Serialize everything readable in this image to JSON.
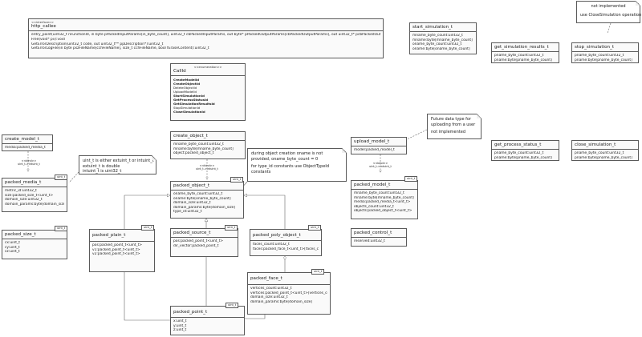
{
  "classes": {
    "http_callee": {
      "stereotype": "<<interface>>",
      "title": "http_callee",
      "ops": [
        "entry_point(uint32_t nFunctionId, in byte pPackedInputParams[in_byte_count], uint32_t cbPackedInputParams, out byte* pPackedOutputParams[cbPackedOutputParams], out uint32_t* pcbPackedOutputParams):uint32_t",
        "Free(void* pv):void",
        "GetErrorDescription(uint32_t code, out uint32_t** ppDescription*):uint32_t",
        "GetErrorLogFile(in byte pszFileName[cchFileName], size_t cchFileName, bool fEraseContent):uint32_t"
      ]
    },
    "start_simulation_t": {
      "title": "start_simulation_t",
      "fields": [
        "mname_byte_count:uint32_t",
        "mname:byte[mname_byte_count]",
        "oname_byte_count:uint32_t",
        "oname:byte[oname_byte_count]"
      ]
    },
    "get_simulation_results_t": {
      "title": "get_simulation_results_t",
      "fields": [
        "pname_byte_count:uint32_t",
        "pname:byte[pname_byte_count]"
      ]
    },
    "stop_simulation_t": {
      "title": "stop_simulation_t",
      "fields": [
        "pname_byte_count:uint32_t",
        "pname:byte[pname_byte_count]"
      ]
    },
    "callid": {
      "stereotype": "<<enumeration>>",
      "title": "CallId",
      "items": [
        "CreateModelId",
        "CreateObjectId",
        "DeleteObjectId",
        "UploadModelId",
        "StartSimulationId",
        "GetProcessStatusId",
        "GetSimulationResultsId",
        "StopSimulationId",
        "CloseSimulationId"
      ],
      "bold_count": 6
    },
    "create_model_t": {
      "title": "create_model_t",
      "fields": [
        "media:packed_media_t"
      ]
    },
    "create_object_t": {
      "title": "create_object_t",
      "fields": [
        "mname_byte_count:uint32_t",
        "mname:byte[mname_byte_count]",
        "object:packed_object_t"
      ]
    },
    "upload_model_t": {
      "title": "upload_model_t",
      "fields": [
        "model:packed_model_t"
      ]
    },
    "get_process_status_t": {
      "title": "get_process_status_t",
      "fields": [
        "pname_byte_count:uint32_t",
        "pname:byte[pname_byte_count]"
      ]
    },
    "close_simulation_t": {
      "title": "close_simulation_t",
      "fields": [
        "pname_byte_count:uint32_t",
        "pname:byte[pname_byte_count]"
      ]
    },
    "packed_media_t": {
      "title": "packed_media_t",
      "tag": "uint_t",
      "fields": [
        "metric_id:uint32_t",
        "size:packed_size_t<uint_t>",
        "domain_size:uint32_t",
        "domain_params:byte[domain_size]"
      ]
    },
    "packed_size_t": {
      "title": "packed_size_t",
      "tag": "uint_t",
      "fields": [
        "cx:uint_t",
        "cy:uint_t",
        "cz:uint_t"
      ]
    },
    "packed_object_t": {
      "title": "packed_object_t",
      "tag": "uint_t",
      "fields": [
        "oname_byte_count:uint32_t",
        "oname:byte[oname_byte_count]",
        "domain_size:uint32_t",
        "domain_params:byte[domain_size]",
        "type_id:uint32_t"
      ]
    },
    "packed_model_t": {
      "title": "packed_model_t",
      "tag": "uint_t",
      "fields": [
        "mname_byte_count:uint32_t",
        "mname:byte[mname_byte_count]",
        "media:packed_media_t<uint_t>",
        "objects_count:uint32_t",
        "objects:packed_object_t<uint_t>"
      ]
    },
    "packed_control_t": {
      "title": "packed_control_t",
      "fields": [
        "reserved:uint32_t"
      ]
    },
    "packed_plain_t": {
      "title": "packed_plain_t",
      "tag": "uint_t",
      "fields": [
        "pos:packed_point_t<uint_t>",
        "v1:packed_point_t<uint_t>",
        "v2:packed_point_t<uint_t>"
      ]
    },
    "packed_source_t": {
      "title": "packed_source_t",
      "tag": "uint_t",
      "fields": [
        "pos:packed_point_t<uint_t>",
        "dir_vector:packed_point_t"
      ]
    },
    "packed_poly_object_t": {
      "title": "packed_poly_object_t",
      "tag": "uint_t",
      "fields": [
        "faces_count:uint32_t",
        "faces:packed_face_t<uint_t>[faces_count]"
      ]
    },
    "packed_face_t": {
      "title": "packed_face_t",
      "tag": "uint_t",
      "fields": [
        "vertices_count:uint32_t",
        "vertices:packed_point_t<uint_t>[vertices_count]",
        "domain_size:uint32_t",
        "domain_params:byte[domain_size]"
      ]
    },
    "packed_point_t": {
      "title": "packed_point_t",
      "tag": "uint_t",
      "fields": [
        "x:uint_t",
        "y:uint_t",
        "z:uint_t"
      ]
    }
  },
  "notes": {
    "not_implemented": [
      "not implemented",
      "",
      "use CloseSimulation operation"
    ],
    "uint_note": [
      "uint_t is either extuint_t or intuint_t",
      "extuint_t is double",
      "intuint_t is uint32_t"
    ],
    "oname_note": [
      "during object creation oname is not",
      "provided, oname_byte_count = 0",
      "",
      "for type_id constants use ObjectTypeId",
      "constants"
    ],
    "future_note": [
      "Future data type for",
      "uploading from a user",
      "",
      "not implemented"
    ]
  },
  "bind_labels": {
    "bind1": [
      "<<bind>>",
      "uint_t->intuint_t"
    ],
    "bind2": [
      "<<bind>>",
      "uint_t->intuint_t"
    ],
    "bind3": [
      "<<bind>>",
      "uint_t->intuint_t"
    ]
  }
}
